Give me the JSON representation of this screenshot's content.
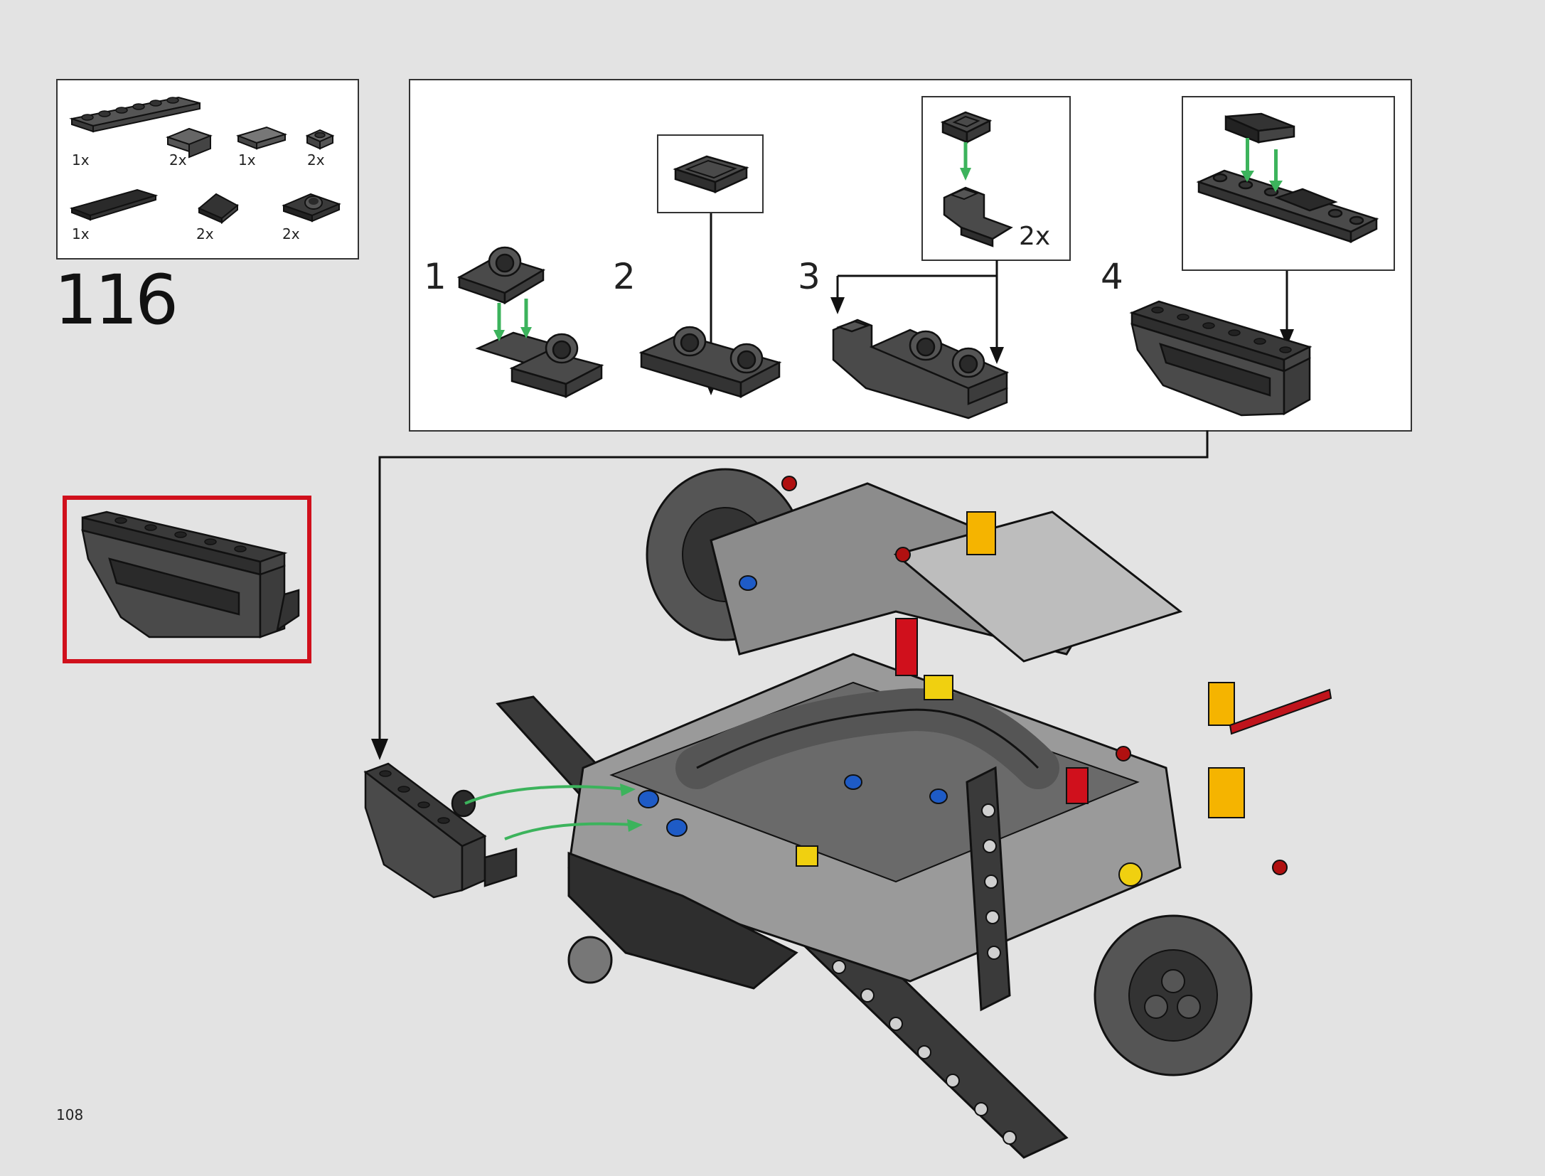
{
  "parts_list": {
    "items": [
      {
        "icon": "plate-1x6-icon",
        "qty": "1x"
      },
      {
        "icon": "bracket-icon",
        "qty": "2x"
      },
      {
        "icon": "tile-1x2-icon",
        "qty": "1x"
      },
      {
        "icon": "plate-1x1-icon",
        "qty": "2x"
      },
      {
        "icon": "tile-1x4-icon",
        "qty": "1x"
      },
      {
        "icon": "slope-icon",
        "qty": "2x"
      },
      {
        "icon": "plate-with-clip-icon",
        "qty": "2x"
      }
    ]
  },
  "step": {
    "number": "116"
  },
  "substeps": [
    {
      "label": "1"
    },
    {
      "label": "2"
    },
    {
      "label": "3",
      "callout_qty": "2x"
    },
    {
      "label": "4"
    }
  ],
  "page": {
    "number": "108"
  },
  "colors": {
    "background": "#e3e3e3",
    "part_dark": "#4a4a4a",
    "part_outline": "#1a1a1a",
    "arrow_green": "#3cb35c",
    "highlight_red": "#d0101c",
    "accent_yellow": "#f5b400",
    "accent_blue": "#1e5bc6"
  }
}
